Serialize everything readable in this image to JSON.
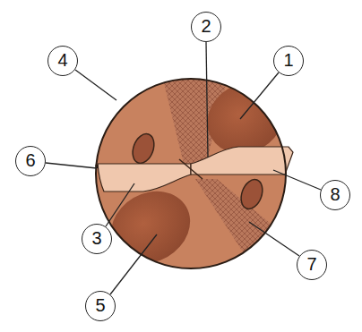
{
  "diagram": {
    "labels": [
      "2",
      "4",
      "1",
      "6",
      "8",
      "3",
      "7",
      "5"
    ]
  }
}
